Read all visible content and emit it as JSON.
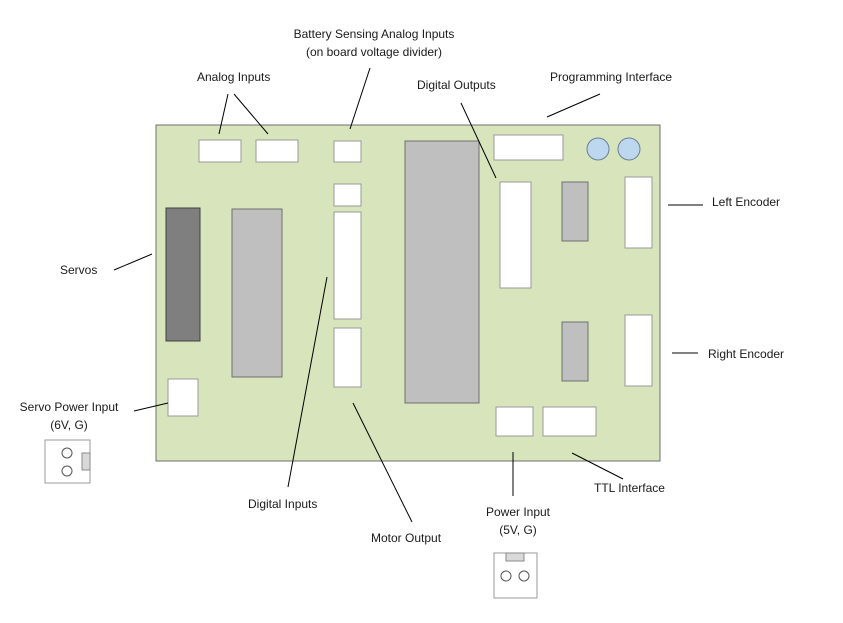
{
  "colors": {
    "board_fill": "#d7e4bc",
    "board_stroke": "#6f6f6f",
    "connector_fill": "#ffffff",
    "chip_fill": "#bfbfbf",
    "servo_header_fill": "#7f7f7f",
    "oscillator_fill": "#bdd7ee",
    "leader_line": "#000000"
  },
  "labels": {
    "battery_sensing_line1": "Battery Sensing Analog Inputs",
    "battery_sensing_line2": "(on board voltage divider)",
    "analog_inputs": "Analog Inputs",
    "digital_outputs": "Digital Outputs",
    "programming_interface": "Programming Interface",
    "left_encoder": "Left Encoder",
    "right_encoder": "Right Encoder",
    "servos": "Servos",
    "servo_power_line1": "Servo Power Input",
    "servo_power_line2": "(6V, G)",
    "digital_inputs": "Digital Inputs",
    "motor_output": "Motor Output",
    "power_input_line1": "Power Input",
    "power_input_line2": "(5V, G)",
    "ttl_interface": "TTL Interface"
  }
}
